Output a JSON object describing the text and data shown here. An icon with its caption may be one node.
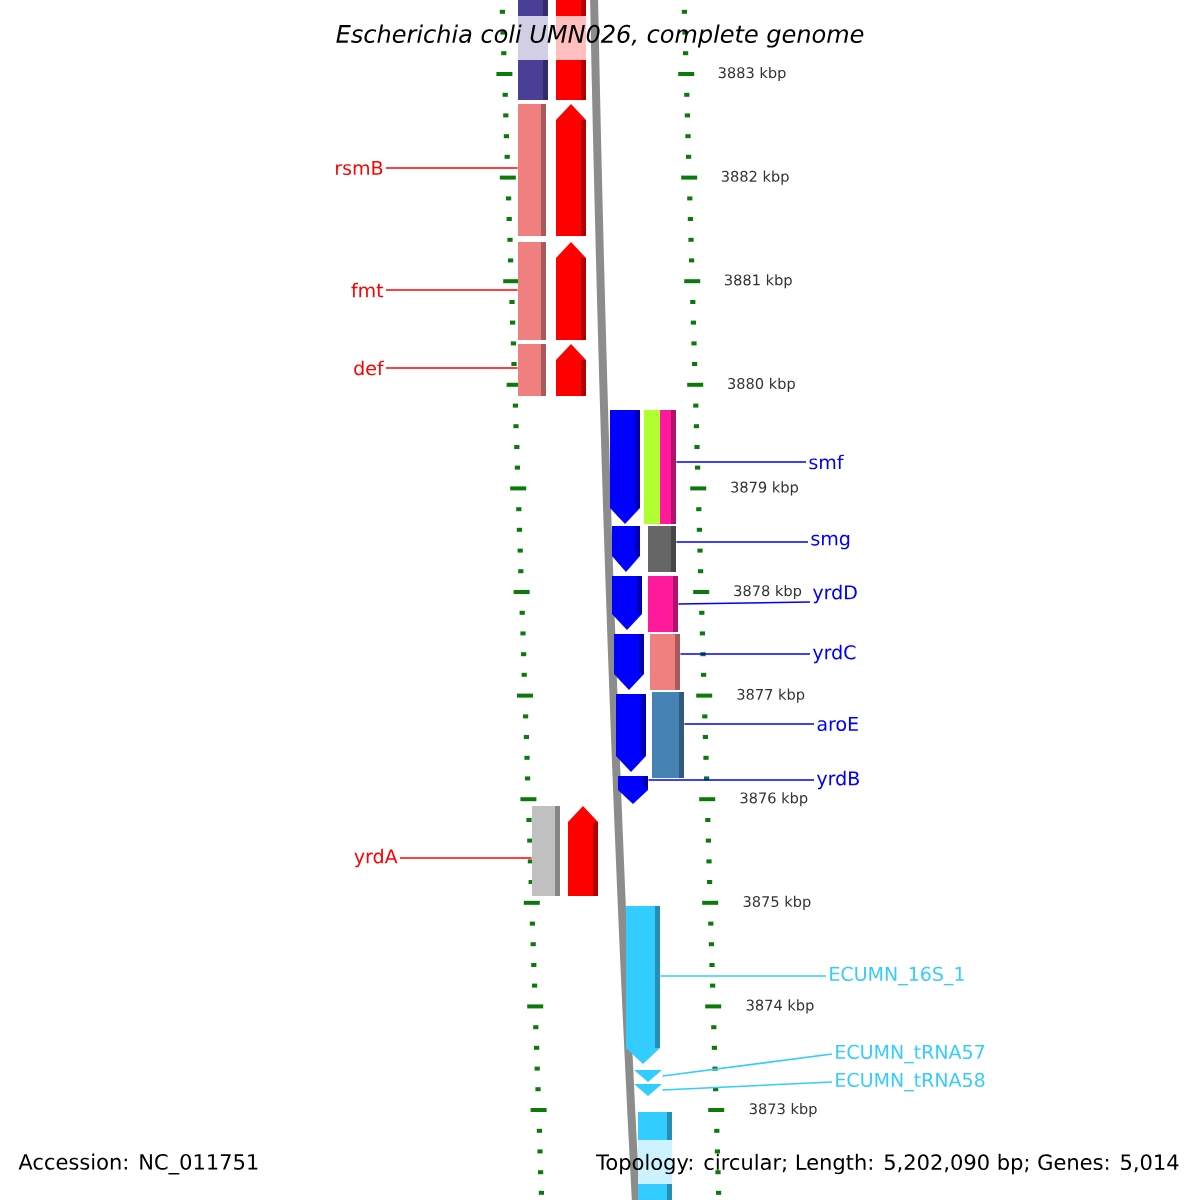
{
  "diagram": {
    "title": "Escherichia coli UMN026, complete genome",
    "nodes": [
      {
        "text": [
          "rsmB"
        ]
      },
      {
        "text": [
          "fmt"
        ]
      },
      {
        "text": [
          "def"
        ]
      },
      {
        "text": [
          "yrdA"
        ]
      },
      {
        "text": [
          "smf"
        ]
      },
      {
        "text": [
          "smg"
        ]
      },
      {
        "text": [
          "yrdD"
        ]
      },
      {
        "text": [
          "yrdC"
        ]
      },
      {
        "text": [
          "aroE"
        ]
      },
      {
        "text": [
          "yrdB"
        ]
      },
      {
        "text": [
          "ECUMN_16S_1"
        ]
      },
      {
        "text": [
          "ECUMN_tRNA57"
        ]
      },
      {
        "text": [
          "ECUMN_tRNA58"
        ]
      },
      {
        "text": [],
        "shape": "box"
      },
      {
        "text": [],
        "shape": "box"
      },
      {
        "text": [],
        "shape": "box"
      },
      {
        "text": [],
        "shape": "block"
      },
      {
        "text": [],
        "shape": "box"
      },
      {
        "text": [],
        "shape": "block"
      },
      {
        "text": [],
        "shape": "box"
      },
      {
        "text": [],
        "shape": "block"
      },
      {
        "text": [],
        "shape": "block"
      },
      {
        "text": [],
        "shape": "box"
      },
      {
        "text": [],
        "shape": "block"
      },
      {
        "text": [],
        "shape": "box"
      },
      {
        "text": [],
        "shape": "block"
      },
      {
        "text": [],
        "shape": "box"
      },
      {
        "text": [],
        "shape": "block"
      },
      {
        "text": [],
        "shape": "box"
      },
      {
        "text": [],
        "shape": "block"
      },
      {
        "text": [],
        "shape": "box"
      },
      {
        "text": [],
        "shape": "block"
      },
      {
        "text": [],
        "shape": "box"
      },
      {
        "text": [],
        "shape": "block"
      },
      {
        "text": [],
        "shape": "block"
      },
      {
        "text": [],
        "shape": "triangle"
      },
      {
        "text": [],
        "shape": "triangle"
      },
      {
        "text": [],
        "shape": "box"
      }
    ],
    "edges": [
      {
        "from": 0,
        "to": 15,
        "arrow": "none",
        "color": "#ff0000"
      },
      {
        "from": 1,
        "to": 17,
        "arrow": "none",
        "color": "#ff0000"
      },
      {
        "from": 2,
        "to": 19,
        "arrow": "none",
        "color": "#ff0000"
      },
      {
        "from": 3,
        "to": 32,
        "arrow": "none",
        "color": "#ff0000"
      },
      {
        "from": 4,
        "to": 22,
        "arrow": "none",
        "color": "#0000ff"
      },
      {
        "from": 5,
        "to": 24,
        "arrow": "none",
        "color": "#0000ff"
      },
      {
        "from": 6,
        "to": 26,
        "arrow": "none",
        "color": "#0000ff"
      },
      {
        "from": 7,
        "to": 28,
        "arrow": "none",
        "color": "#0000ff"
      },
      {
        "from": 8,
        "to": 30,
        "arrow": "none",
        "color": "#0000ff"
      },
      {
        "from": 9,
        "to": 31,
        "arrow": "none",
        "color": "#0000ff"
      },
      {
        "from": 10,
        "to": 34,
        "arrow": "none",
        "color": "#33ccff"
      },
      {
        "from": 11,
        "to": 35,
        "arrow": "none",
        "color": "#33ccff"
      },
      {
        "from": 12,
        "to": 36,
        "arrow": "none",
        "color": "#33ccff"
      }
    ],
    "labels": [
      "3883 kbp",
      "3882 kbp",
      "3881 kbp",
      "3880 kbp",
      "3879 kbp",
      "3878 kbp",
      "3877 kbp",
      "3876 kbp",
      "3875 kbp",
      "3874 kbp",
      "3873 kbp",
      "Accession: NC_011751",
      "Topology: circular; Length: 5,202,090 bp; Genes: 5,014"
    ]
  }
}
